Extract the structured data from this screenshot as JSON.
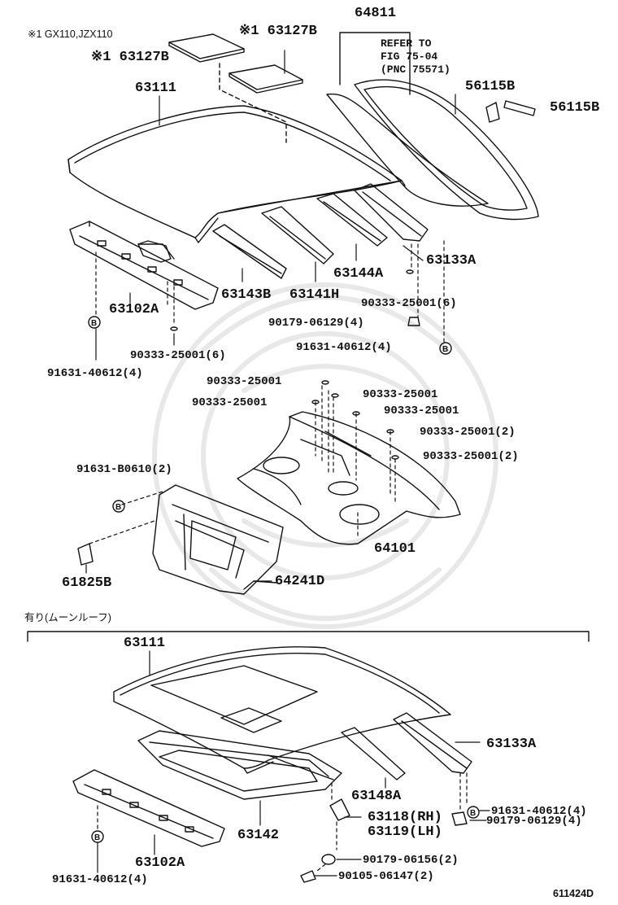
{
  "header": {
    "note": "※1 GX110,JZX110",
    "ref_fig": [
      "REFER TO",
      "FIG 75-04",
      "(PNC 75571)"
    ]
  },
  "section_b": {
    "title": "有り(ムーンルーフ)"
  },
  "circle_marker": "B",
  "labels": {
    "p63127b_top": "※1 63127B",
    "p63127b_left": "※1 63127B",
    "p64811": "64811",
    "p63111_a": "63111",
    "p56115b_a": "56115B",
    "p56115b_b": "56115B",
    "p63133a_a": "63133A",
    "p63144a": "63144A",
    "p63143b": "63143B",
    "p63141h": "63141H",
    "p63102a_a": "63102A",
    "p90333_6_a": "90333-25001(6)",
    "p90179_4_a": "90179-06129(4)",
    "p90333_6_b": "90333-25001(6)",
    "p91631_4_a": "91631-40612(4)",
    "p91631_4_b": "91631-40612(4)",
    "p90333_s1": "90333-25001",
    "p90333_s2": "90333-25001",
    "p90333_s3": "90333-25001",
    "p90333_s4": "90333-25001",
    "p90333_2a": "90333-25001(2)",
    "p90333_2b": "90333-25001(2)",
    "p91631_b0610": "91631-B0610(2)",
    "p64101": "64101",
    "p61825b": "61825B",
    "p64241d": "64241D",
    "p63111_b": "63111",
    "p63133a_b": "63133A",
    "p91631_4_c": "91631-40612(4)",
    "p63148a": "63148A",
    "p63118": "63118(RH)",
    "p63119": "63119(LH)",
    "p90179_4_b": "90179-06129(4)",
    "p63142": "63142",
    "p63102a_b": "63102A",
    "p90179_06156": "90179-06156(2)",
    "p91631_4_d": "91631-40612(4)",
    "p90105": "90105-06147(2)",
    "p611424d": "611424D"
  }
}
